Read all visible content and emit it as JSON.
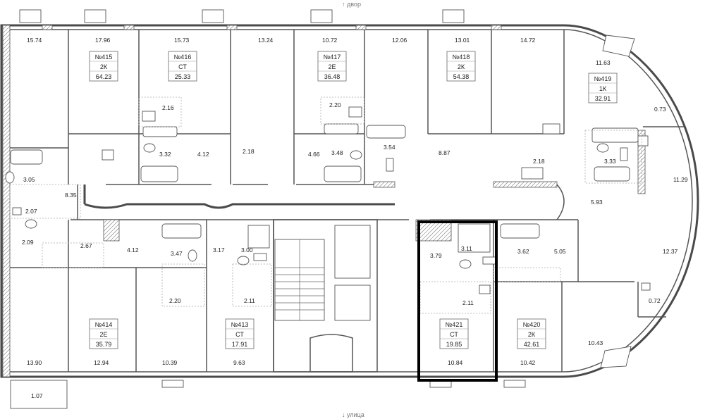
{
  "compass": {
    "top": "↑ двор",
    "bottom": "↓ улица"
  },
  "apartments": [
    {
      "id": "415",
      "number": "№415",
      "type": "2К",
      "area": "64.23"
    },
    {
      "id": "416",
      "number": "№416",
      "type": "СТ",
      "area": "25.33"
    },
    {
      "id": "417",
      "number": "№417",
      "type": "2Е",
      "area": "36.48"
    },
    {
      "id": "418",
      "number": "№418",
      "type": "2К",
      "area": "54.38"
    },
    {
      "id": "419",
      "number": "№419",
      "type": "1К",
      "area": "32.91"
    },
    {
      "id": "414",
      "number": "№414",
      "type": "2Е",
      "area": "35.79"
    },
    {
      "id": "413",
      "number": "№413",
      "type": "СТ",
      "area": "17.91"
    },
    {
      "id": "421",
      "number": "№421",
      "type": "СТ",
      "area": "19.85"
    },
    {
      "id": "420",
      "number": "№420",
      "type": "2К",
      "area": "42.61"
    }
  ],
  "room_areas": [
    "15.74",
    "17.96",
    "15.73",
    "13.24",
    "10.72",
    "12.06",
    "13.01",
    "14.72",
    "11.63",
    "0.73",
    "2.16",
    "2.20",
    "3.32",
    "4.12",
    "2.18",
    "4.66",
    "3.48",
    "3.54",
    "8.87",
    "2.18",
    "3.33",
    "11.29",
    "3.05",
    "2.07",
    "8.35",
    "5.93",
    "2.09",
    "2.67",
    "4.12",
    "3.47",
    "3.17",
    "3.00",
    "3.79",
    "3.11",
    "3.62",
    "5.05",
    "12.37",
    "2.20",
    "2.11",
    "2.11",
    "0.72",
    "13.90",
    "12.94",
    "10.39",
    "9.63",
    "10.84",
    "10.42",
    "10.43",
    "1.07"
  ]
}
